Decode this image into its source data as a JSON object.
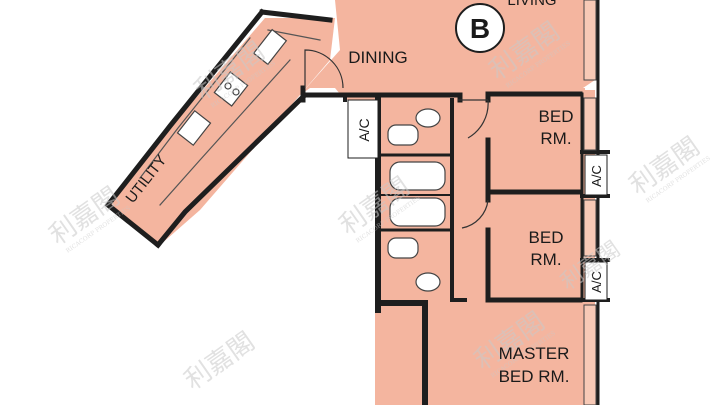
{
  "unit_badge": "B",
  "rooms": {
    "living": "LIVING",
    "dining": "DINING",
    "utility": "UTILITY",
    "bed1": [
      "BED",
      "RM."
    ],
    "bed2": [
      "BED",
      "RM."
    ],
    "master": [
      "MASTER",
      "BED RM."
    ]
  },
  "ac_labels": [
    "A/C",
    "A/C",
    "A/C"
  ],
  "watermark": {
    "chinese": "利嘉閣",
    "english": "RICACORP PROPERTIES"
  },
  "colors": {
    "floor": "#f4b59f",
    "wall": "#1e1e1e",
    "badge": "#ffffff"
  }
}
